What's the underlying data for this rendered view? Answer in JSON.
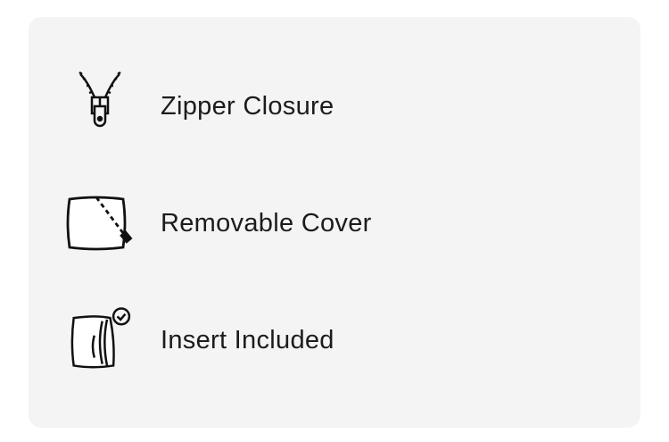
{
  "features": [
    {
      "icon": "zipper-icon",
      "label": "Zipper Closure"
    },
    {
      "icon": "removable-cover-icon",
      "label": "Removable Cover"
    },
    {
      "icon": "insert-included-icon",
      "label": "Insert Included"
    }
  ]
}
